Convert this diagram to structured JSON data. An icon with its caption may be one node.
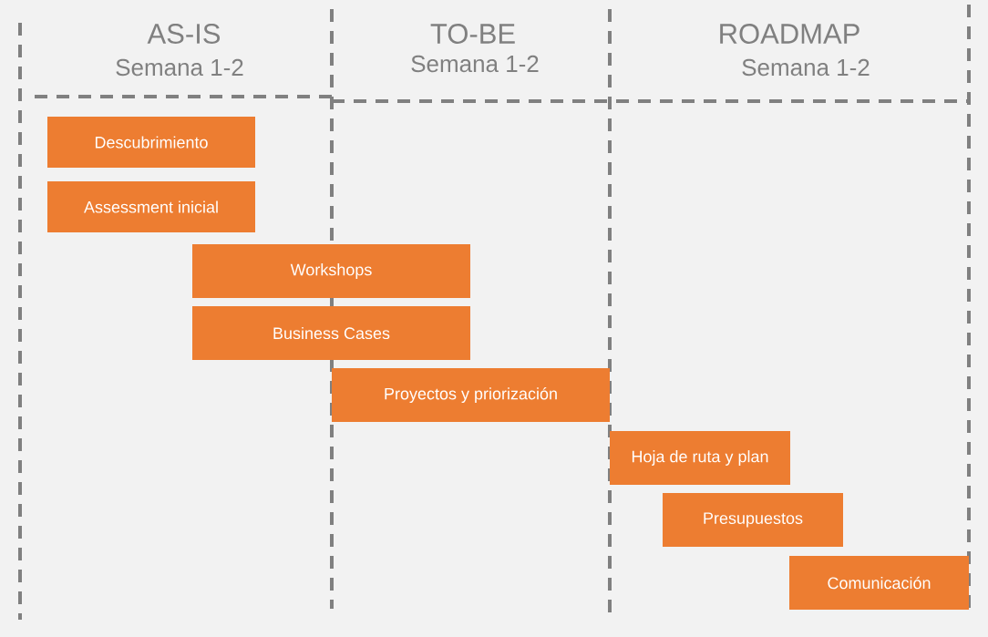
{
  "diagram": {
    "nodes": [
      {
        "text": [
          "Descubrimiento"
        ]
      },
      {
        "text": [
          "Assessment inicial"
        ]
      },
      {
        "text": [
          "Workshops"
        ]
      },
      {
        "text": [
          "Business Cases"
        ]
      },
      {
        "text": [
          "Proyectos y priorización"
        ]
      },
      {
        "text": [
          "Hoja de ruta y plan"
        ]
      },
      {
        "text": [
          "Presupuestos"
        ]
      },
      {
        "text": [
          "Comunicación"
        ]
      }
    ],
    "labels": [
      "AS-IS",
      "Semana 1-2",
      "TO-BE",
      "Semana 1-2",
      "ROADMAP",
      "Semana 1-2"
    ]
  }
}
